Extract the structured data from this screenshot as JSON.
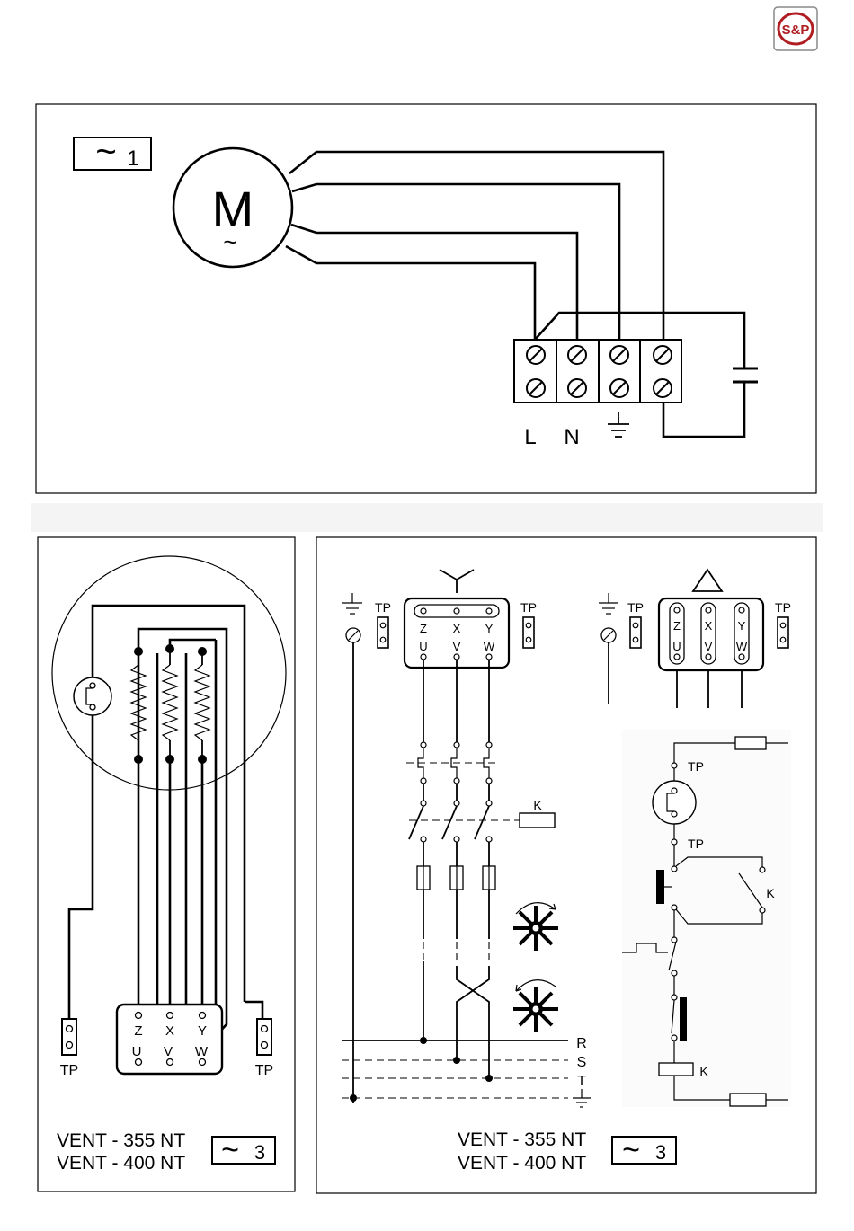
{
  "brand": {
    "logo_text": "S&P",
    "color": "#b01e23"
  },
  "single_phase": {
    "phase_badge": {
      "symbol": "~",
      "number": "1"
    },
    "motor_label": "M",
    "motor_sub": "~",
    "terminal_labels": [
      "L",
      "N"
    ],
    "ground_symbol": "earth-ground"
  },
  "three_phase_left": {
    "terminal_top": [
      "Z",
      "X",
      "Y"
    ],
    "terminal_bottom": [
      "U",
      "V",
      "W"
    ],
    "tp_label": "TP",
    "models": [
      "VENT - 355 NT",
      "VENT - 400 NT"
    ],
    "phase_badge": {
      "symbol": "~",
      "number": "3"
    }
  },
  "three_phase_right": {
    "star_symbol": "Y",
    "delta_symbol": "△",
    "terminal_top": [
      "Z",
      "X",
      "Y"
    ],
    "terminal_bottom": [
      "U",
      "V",
      "W"
    ],
    "tp_label": "TP",
    "contactor_label": "K",
    "lines": [
      "R",
      "S",
      "T"
    ],
    "models": [
      "VENT - 355 NT",
      "VENT - 400 NT"
    ],
    "phase_badge": {
      "symbol": "~",
      "number": "3"
    }
  }
}
